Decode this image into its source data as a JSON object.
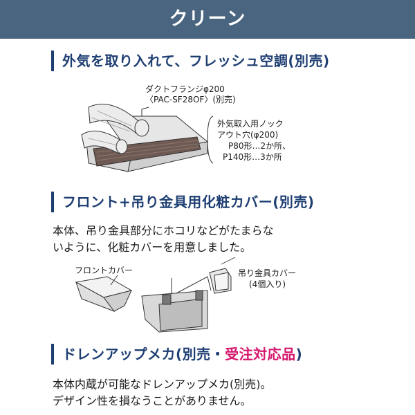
{
  "banner": {
    "title": "クリーン"
  },
  "section1": {
    "heading": "外気を取り入れて、フレッシュ空調(別売)",
    "flange_label_1": "ダクトフランジφ200",
    "flange_label_2": "〈PAC-SF28OF〉(別売)",
    "knockout_lines": [
      "外気取入用ノック",
      "アウト穴(φ200)",
      "P80形…2か所、",
      "P140形…3か所"
    ]
  },
  "section2": {
    "heading": "フロント+吊り金具用化粧カバー(別売)",
    "body_lines": [
      "本体、吊り金具部分にホコリなどがたまらな",
      "いように、化粧カバーを用意しました。"
    ],
    "front_cover_label": "フロントカバー",
    "hanger_cover_label": "吊り金具カバー",
    "hanger_cover_qty": "(4個入り)"
  },
  "section3": {
    "heading_main": "ドレンアップメカ(別売・",
    "heading_accent": "受注対応品",
    "heading_close": ")",
    "body_lines": [
      "本体内蔵が可能なドレンアップメカ(別売)。",
      "デザイン性を損なうことがありません。"
    ]
  },
  "colors": {
    "banner": "#4a6580",
    "heading": "#1f3f73",
    "accent": "#d6186d"
  }
}
